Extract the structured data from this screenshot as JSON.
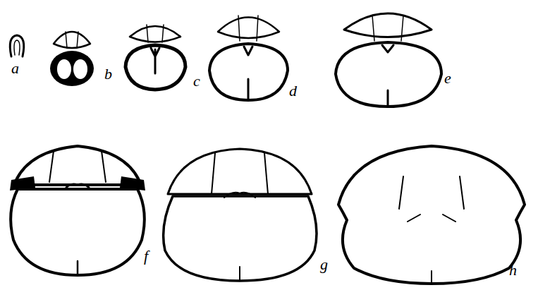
{
  "diagram": {
    "labels": [
      "a",
      "b",
      "c",
      "d",
      "e",
      "f",
      "g",
      "h"
    ]
  }
}
